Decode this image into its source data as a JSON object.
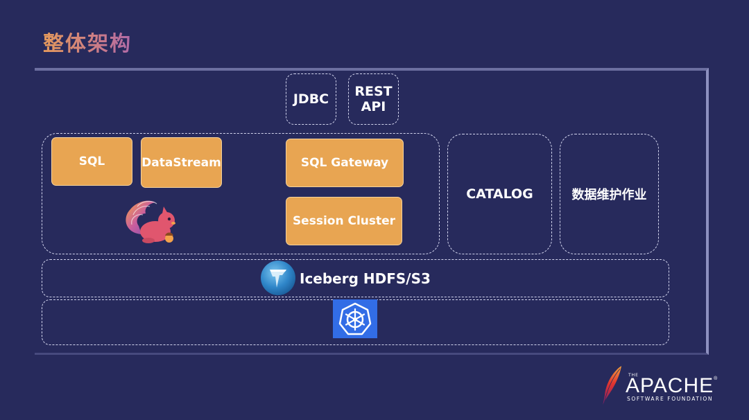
{
  "title": "整体架构",
  "api": {
    "jdbc": "JDBC",
    "rest_line1": "REST",
    "rest_line2": "API"
  },
  "engine": {
    "sql": "SQL",
    "datastream": "DataStream",
    "sql_gateway": "SQL Gateway",
    "session_cluster": "Session Cluster",
    "mascot_icon": "flink-squirrel-icon"
  },
  "catalog": "CATALOG",
  "maintenance": "数据维护作业",
  "storage": {
    "label": "Iceberg HDFS/S3",
    "icon": "iceberg-icon"
  },
  "infra": {
    "icon": "kubernetes-helm-icon"
  },
  "footer_logo": {
    "the": "THE",
    "name": "APACHE",
    "registered": "®",
    "subtitle": "SOFTWARE FOUNDATION",
    "icon": "apache-feather-icon"
  },
  "colors": {
    "background": "#272a5c",
    "component_fill": "#e8a552",
    "dashed_border": "#d3d5ee",
    "frame": "#8d90bf"
  }
}
